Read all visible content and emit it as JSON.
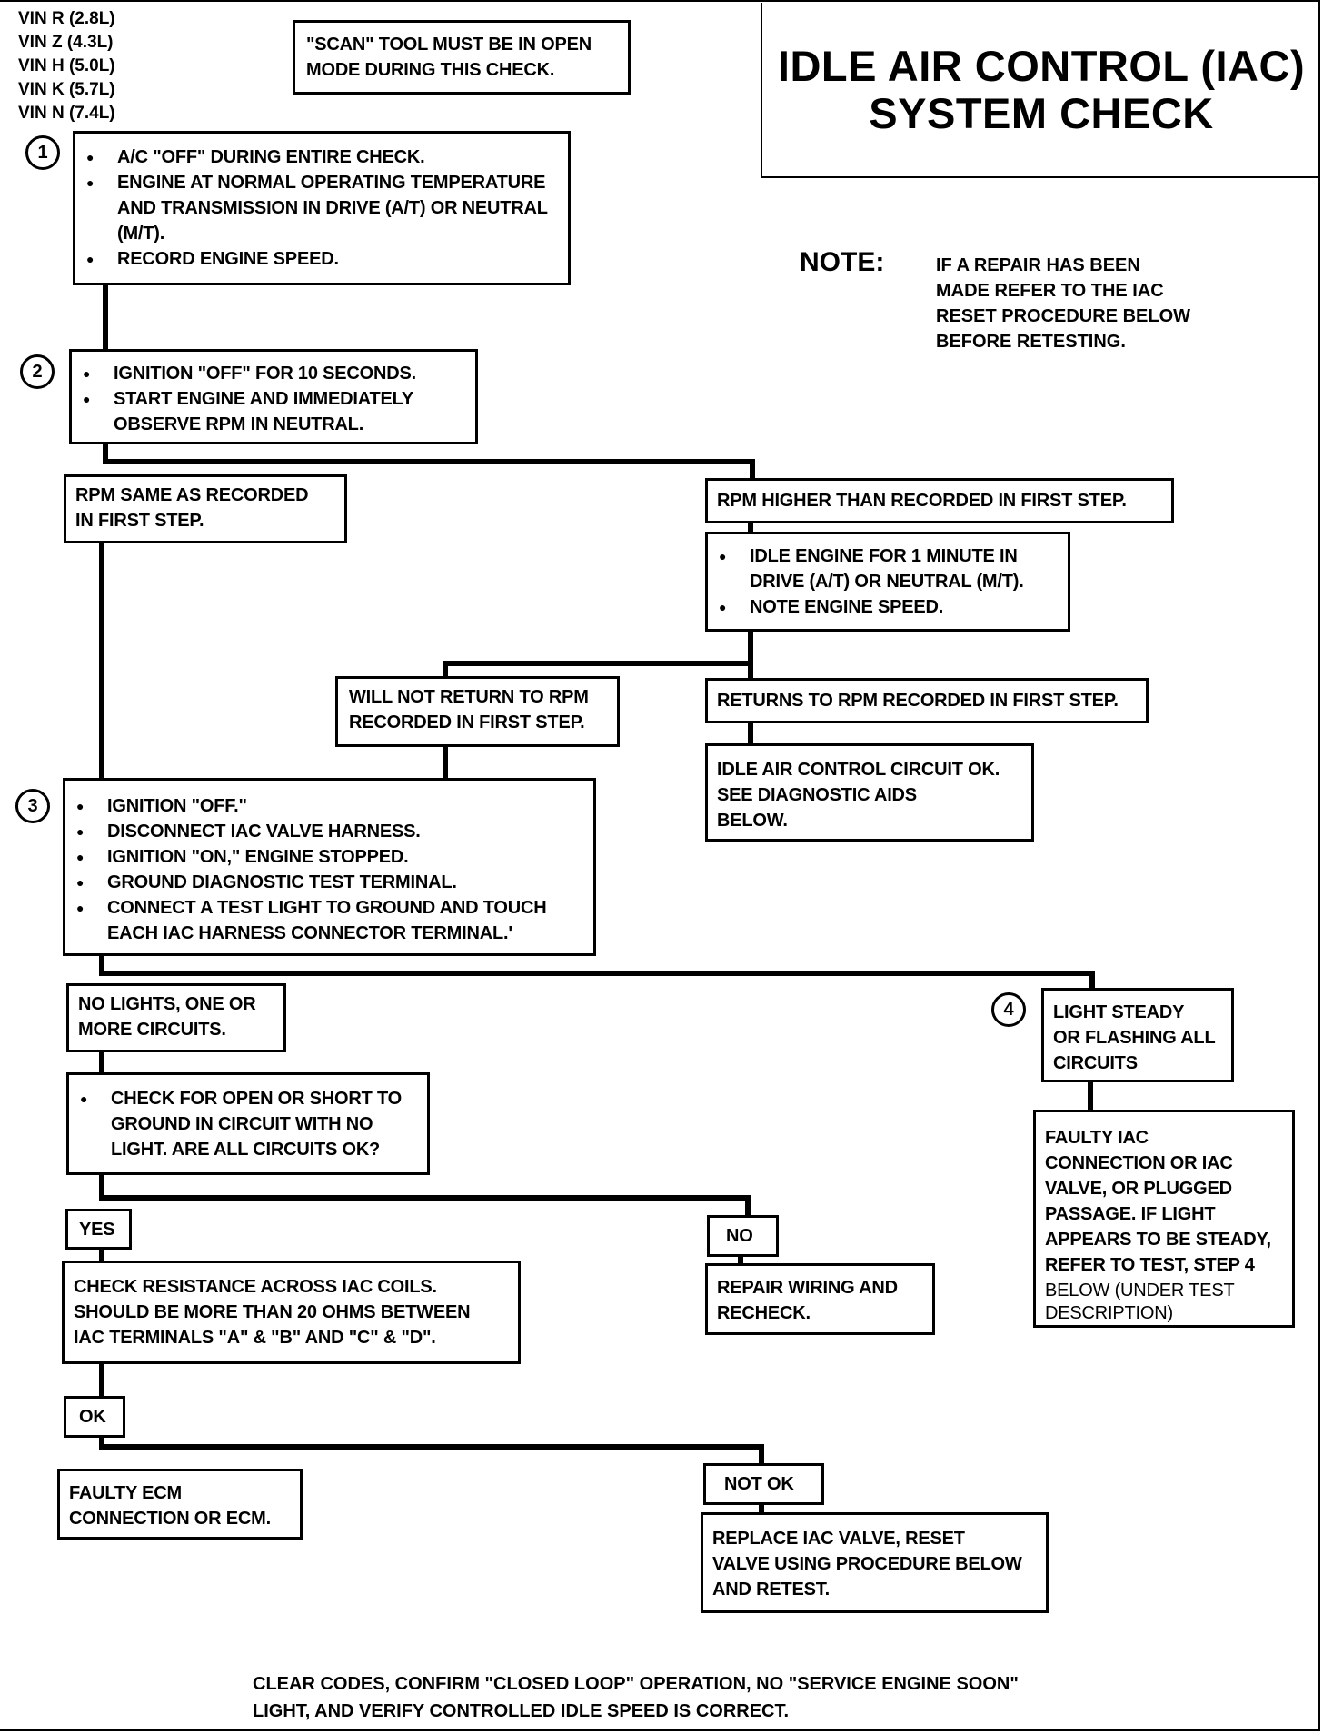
{
  "vin_list": [
    "VIN R (2.8L)",
    "VIN Z (4.3L)",
    "VIN H (5.0L)",
    "VIN K (5.7L)",
    "VIN N (7.4L)"
  ],
  "scan_note": [
    "\"SCAN\" TOOL MUST BE IN OPEN",
    "MODE  DURING THIS CHECK."
  ],
  "title": [
    "IDLE AIR CONTROL (IAC)",
    "SYSTEM CHECK"
  ],
  "note": {
    "label": "NOTE:",
    "lines": [
      "IF A REPAIR HAS BEEN",
      "MADE REFER TO THE IAC",
      "RESET PROCEDURE BELOW",
      "BEFORE RETESTING."
    ]
  },
  "steps": {
    "s1": {
      "num": "1",
      "bullets": [
        "A/C \"OFF\" DURING ENTIRE CHECK.",
        "ENGINE AT NORMAL OPERATING TEMPERATURE AND TRANSMISSION IN DRIVE (A/T) OR NEUTRAL (M/T).",
        "RECORD ENGINE SPEED."
      ]
    },
    "s2": {
      "num": "2",
      "bullets": [
        "IGNITION \"OFF\"  FOR 10 SECONDS.",
        "START ENGINE  AND IMMEDIATELY OBSERVE RPM IN NEUTRAL."
      ]
    },
    "s3": {
      "num": "3",
      "bullets": [
        "IGNITION \"OFF.\"",
        "DISCONNECT IAC VALVE HARNESS.",
        "IGNITION \"ON,\" ENGINE STOPPED.",
        "GROUND DIAGNOSTIC TEST TERMINAL.",
        "CONNECT A TEST LIGHT TO GROUND AND TOUCH EACH IAC HARNESS CONNECTOR TERMINAL.'"
      ]
    },
    "s4": {
      "num": "4"
    }
  },
  "boxes": {
    "rpm_same": [
      "RPM SAME AS RECORDED",
      "IN FIRST STEP."
    ],
    "rpm_higher": "RPM HIGHER THAN RECORDED IN FIRST STEP.",
    "idle_engine": [
      "IDLE ENGINE FOR 1 MINUTE  IN DRIVE (A/T) OR NEUTRAL (M/T).",
      "NOTE ENGINE SPEED."
    ],
    "will_not_return": [
      "WILL NOT RETURN TO RPM",
      "RECORDED  IN FIRST STEP."
    ],
    "returns": "RETURNS TO RPM RECORDED IN FIRST STEP.",
    "iac_ok": [
      "IDLE AIR CONTROL CIRCUIT OK.",
      "SEE DIAGNOSTIC AIDS",
      "BELOW."
    ],
    "no_lights": [
      "NO LIGHTS, ONE OR",
      "MORE CIRCUITS."
    ],
    "light_steady": [
      "LIGHT  STEADY",
      "OR FLASHING ALL",
      "CIRCUITS"
    ],
    "check_open": [
      "CHECK FOR OPEN OR SHORT TO GROUND IN CIRCUIT WITH NO LIGHT.  ARE ALL CIRCUITS OK?"
    ],
    "faulty_iac": [
      "FAULTY IAC",
      "CONNECTION OR IAC",
      "VALVE, OR PLUGGED",
      "PASSAGE.  IF LIGHT",
      "APPEARS TO BE STEADY,",
      "REFER TO TEST, STEP 4",
      "BELOW (UNDER TEST",
      "DESCRIPTION)"
    ],
    "yes": "YES",
    "no": "NO",
    "check_resistance": [
      "CHECK RESISTANCE ACROSS IAC COILS.",
      "SHOULD BE MORE THAN 20 OHMS BETWEEN",
      "IAC TERMINALS \"A\" & \"B\" AND \"C\" & \"D\"."
    ],
    "repair_wiring": [
      "REPAIR WIRING AND",
      "RECHECK."
    ],
    "ok": "OK",
    "not_ok": "NOT OK",
    "faulty_ecm": [
      "FAULTY ECM",
      "CONNECTION OR ECM."
    ],
    "replace_iac": [
      "REPLACE IAC VALVE, RESET",
      "VALVE USING PROCEDURE BELOW",
      "AND RETEST."
    ]
  },
  "footer": [
    "CLEAR CODES, CONFIRM \"CLOSED LOOP\" OPERATION, NO \"SERVICE ENGINE SOON\"",
    "LIGHT, AND  VERIFY CONTROLLED IDLE SPEED IS CORRECT."
  ]
}
